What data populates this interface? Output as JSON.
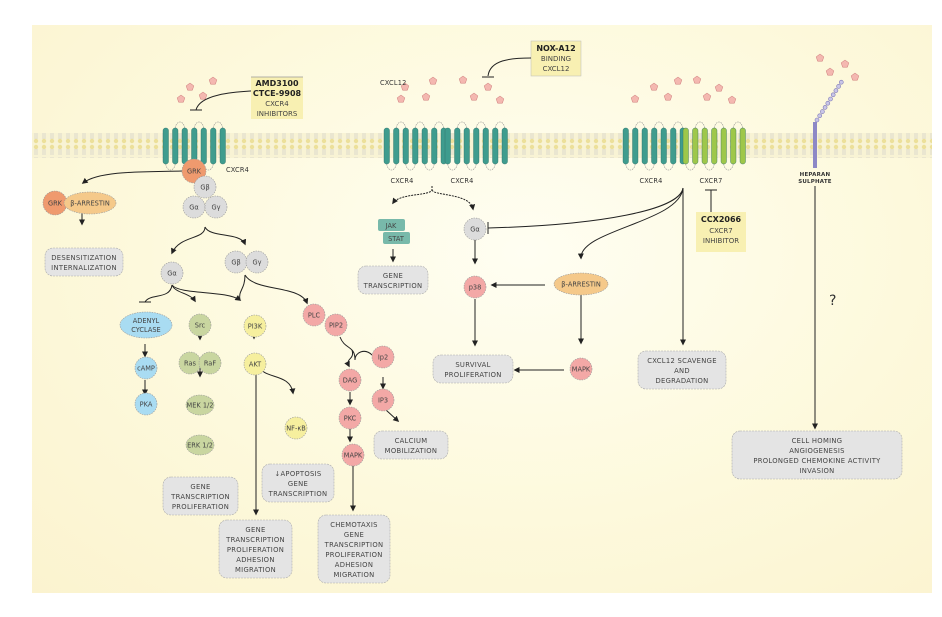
{
  "receptor_labels": {
    "cxcr4_left": "CXCR4",
    "cxcr4_mid_a": "CXCR4",
    "cxcr4_mid_b": "CXCR4",
    "cxcr4_right": "CXCR4",
    "cxcr7": "CXCR7",
    "heparan_line1": "HEPARAN",
    "heparan_line2": "SULPHATE",
    "ligand": "CXCL12"
  },
  "inhibitors": {
    "amd": {
      "lines_bold": [
        "AMD3100",
        "CTCE-9908"
      ],
      "lines": [
        "CXCR4",
        "INHIBITORS"
      ]
    },
    "nox": {
      "lines_bold": [
        "NOX-A12"
      ],
      "lines": [
        "BINDING",
        "CXCL12"
      ]
    },
    "ccx": {
      "lines_bold": [
        "CCX2066"
      ],
      "lines": [
        "CXCR7",
        "INHIBITOR"
      ]
    }
  },
  "nodes": {
    "grk_top": "GRK",
    "grk_left": "GRK",
    "barrestin_left": "β-ARRESTIN",
    "gb": "Gβ",
    "ga": "Gα",
    "gy": "Gγ",
    "ga2": "Gα",
    "gb2": "Gβ",
    "gy2": "Gγ",
    "adenyl_1": "ADENYL",
    "adenyl_2": "CYCLASE",
    "camp": "cAMP",
    "pka": "PKA",
    "src": "Src",
    "ras": "Ras",
    "raf": "RaF",
    "mek": "MEK 1/2",
    "erk": "ERK 1/2",
    "pi3k": "PI3K",
    "akt": "AKT",
    "nfkb": "NF-κB",
    "plc": "PLC",
    "pip2": "PIP2",
    "ip2": "Ip2",
    "dag": "DAG",
    "ip3": "IP3",
    "pkc": "PKC",
    "mapk_left": "MAPK",
    "jak": "JAK",
    "stat": "STAT",
    "ga_mid": "Gα",
    "p38": "p38",
    "barrestin_mid": "β-ARRESTIN",
    "mapk_mid": "MAPK",
    "question": "?"
  },
  "outcomes": {
    "desensitization": [
      "DESENSITIZATION",
      "INTERNALIZATION"
    ],
    "erk_out": [
      "GENE",
      "TRANSCRIPTION",
      "PROLIFERATION"
    ],
    "akt_out": [
      "GENE",
      "TRANSCRIPTION",
      "PROLIFERATION",
      "ADHESION",
      "MIGRATION"
    ],
    "apoptosis": [
      "↓APOPTOSIS",
      "GENE",
      "TRANSCRIPTION"
    ],
    "mapk_out": [
      "CHEMOTAXIS",
      "GENE",
      "TRANSCRIPTION",
      "PROLIFERATION",
      "ADHESION",
      "MIGRATION"
    ],
    "calcium": [
      "CALCIUM",
      "MOBILIZATION"
    ],
    "jak_out": [
      "GENE",
      "TRANSCRIPTION"
    ],
    "survival": [
      "SURVIVAL",
      "PROLIFERATION"
    ],
    "scavenge": [
      "CXCL12 SCAVENGE",
      "AND",
      "DEGRADATION"
    ],
    "heparan_out": [
      "CELL HOMING",
      "ANGIOGENESIS",
      "PROLONGED CHEMOKINE ACTIVITY",
      "INVASION"
    ]
  },
  "colors": {
    "membrane": "#efe6a8",
    "receptor_cxcr4": "#3f9c8e",
    "receptor_cxcr7": "#9ec74a",
    "ligand": "#f4b8b0",
    "g_protein": "#dcdcdc",
    "grk": "#ef9a6e",
    "arrestin": "#f5c98a",
    "adenyl": "#a9dcf2",
    "ras_path": "#c9d6a0",
    "pi3k_path": "#f6ef9e",
    "plc_path": "#f3a8a6",
    "outcome_box": "#e4e4e4",
    "inhibitor_box": "#f8f0b2",
    "heparan": "#8d88c6"
  }
}
